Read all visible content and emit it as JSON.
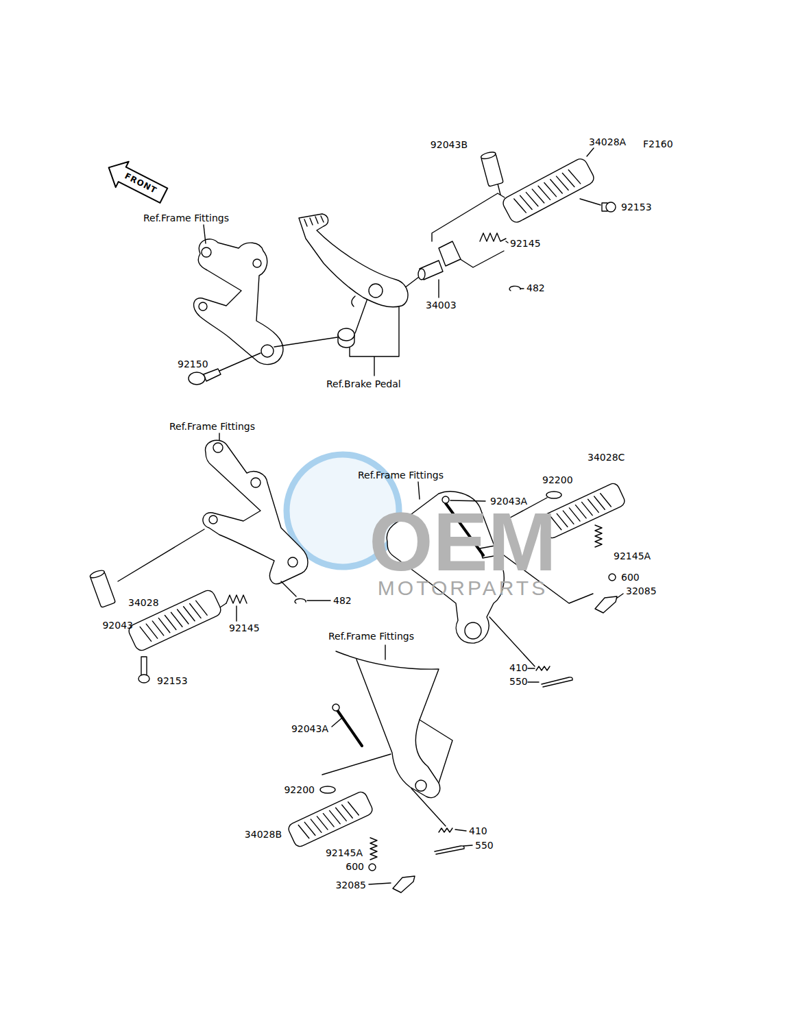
{
  "diagram": {
    "labels": [
      "F2160",
      "FRONT",
      "Ref.Frame Fittings",
      "92043B",
      "34028A",
      "92153",
      "92145",
      "482",
      "34003",
      "92150",
      "Ref.Brake Pedal",
      "Ref.Frame Fittings",
      "Ref.Frame Fittings",
      "92043A",
      "92200",
      "34028C",
      "92145A",
      "600",
      "32085",
      "92043",
      "482",
      "34028",
      "92145",
      "92153",
      "410",
      "550",
      "Ref.Frame Fittings",
      "92043A",
      "92200",
      "34028B",
      "92145A",
      "600",
      "410",
      "550",
      "32085",
      "OEM",
      "MOTORPARTS"
    ]
  }
}
